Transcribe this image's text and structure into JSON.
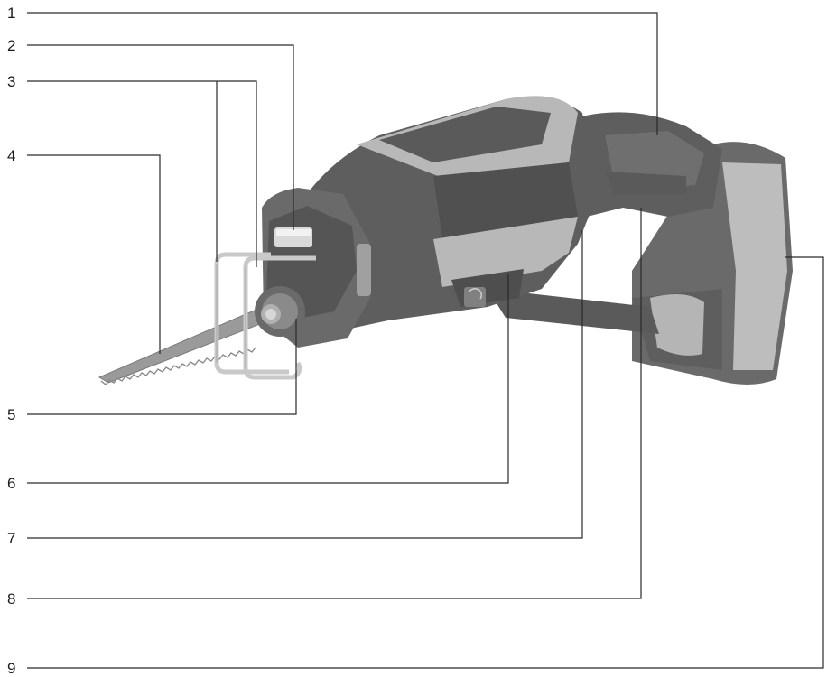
{
  "callouts": [
    {
      "number": "1"
    },
    {
      "number": "2"
    },
    {
      "number": "3"
    },
    {
      "number": "4"
    },
    {
      "number": "5"
    },
    {
      "number": "6"
    },
    {
      "number": "7"
    },
    {
      "number": "8"
    },
    {
      "number": "9"
    }
  ],
  "colors": {
    "body_dark": "#5e5e5e",
    "body_mid": "#6f6f6f",
    "overmold_light": "#b8b8b8",
    "shoe_light": "#c9c9c9",
    "blade": "#9a9a9a",
    "line": "#2a2a2a"
  },
  "icons": {
    "tool": "reciprocating-saw-illustration"
  }
}
